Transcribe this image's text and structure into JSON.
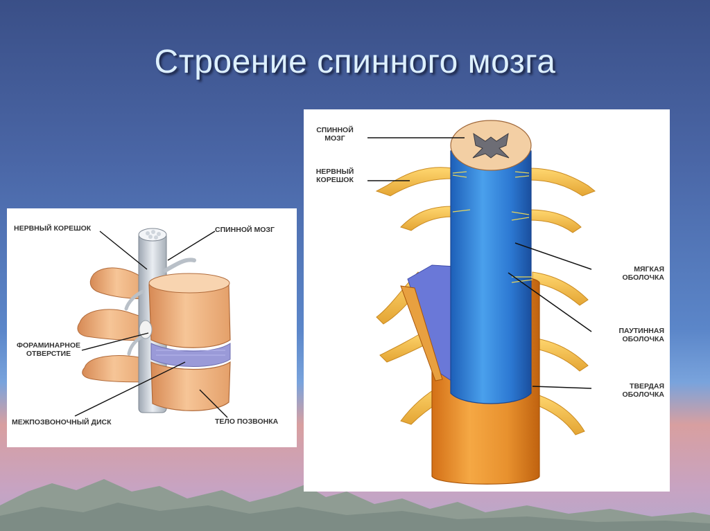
{
  "slide": {
    "title": "Строение спинного мозга",
    "colors": {
      "title": "#ddf0ff",
      "background_top": "#3a4f87",
      "background_horizon": "#d89fa0",
      "vertebra": "#f0b985",
      "disc": "#9a9ad8",
      "spinal_cord": "#2e7fd8",
      "dura": "#e8962c",
      "nerve": "#f0c050"
    }
  },
  "left_figure": {
    "labels": {
      "nerve_root": "НЕРВНЫЙ КОРЕШОК",
      "spinal_cord": "СПИННОЙ МОЗГ",
      "foramen": [
        "ФОРАМИНАРНОЕ",
        "ОТВЕРСТИЕ"
      ],
      "disc": "МЕЖПОЗВОНОЧНЫЙ ДИСК",
      "vertebral_body": "ТЕЛО ПОЗВОНКА"
    }
  },
  "right_figure": {
    "labels": {
      "spinal_cord": [
        "СПИННОЙ",
        "МОЗГ"
      ],
      "nerve_root": [
        "НЕРВНЫЙ",
        "КОРЕШОК"
      ],
      "pia_mater": [
        "МЯГКАЯ",
        "ОБОЛОЧКА"
      ],
      "arachnoid": [
        "ПАУТИННАЯ",
        "ОБОЛОЧКА"
      ],
      "dura_mater": [
        "ТВЕРДАЯ",
        "ОБОЛОЧКА"
      ]
    }
  }
}
